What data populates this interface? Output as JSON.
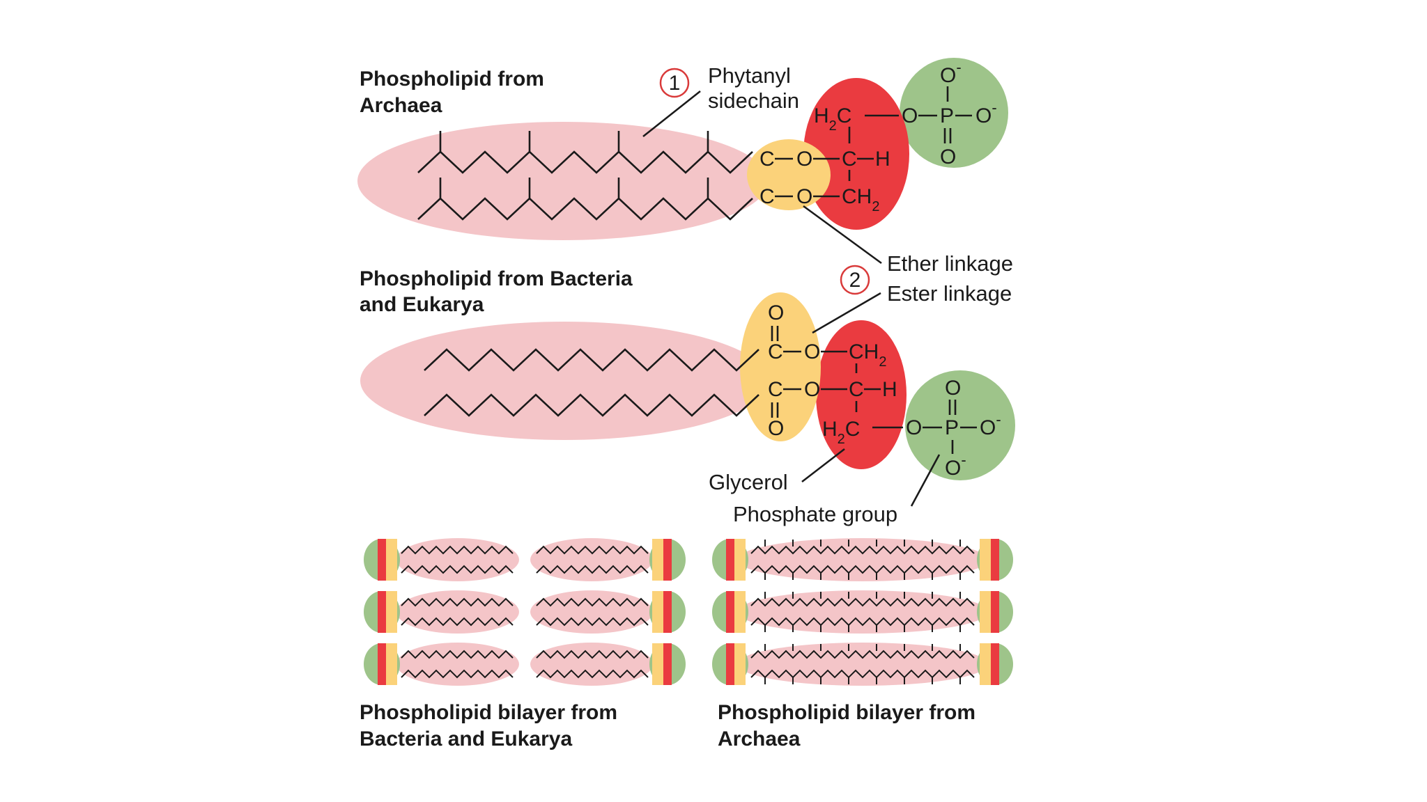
{
  "titles": {
    "archaea": [
      "Phospholipid from",
      "Archaea"
    ],
    "bacteria": [
      "Phospholipid from Bacteria",
      "and Eukarya"
    ],
    "bilayer_bacteria": [
      "Phospholipid bilayer from",
      "Bacteria and Eukarya"
    ],
    "bilayer_archaea": [
      "Phospholipid bilayer from",
      "Archaea"
    ]
  },
  "labels": {
    "phytanyl": [
      "Phytanyl",
      "sidechain"
    ],
    "ether": "Ether linkage",
    "ester": "Ester linkage",
    "glycerol": "Glycerol",
    "phosphate": "Phosphate group"
  },
  "markers": {
    "one": "1",
    "two": "2"
  },
  "atoms": {
    "C": "C",
    "O": "O",
    "H": "H",
    "P": "P",
    "H2": "H",
    "sub2": "2",
    "minus": "-"
  },
  "colors": {
    "tail": "#f4c5c8",
    "glycerol_ring": "#fbd27a",
    "glycerol": "#ea3b40",
    "phosphate": "#9ec48a",
    "marker": "#d93a3a"
  }
}
